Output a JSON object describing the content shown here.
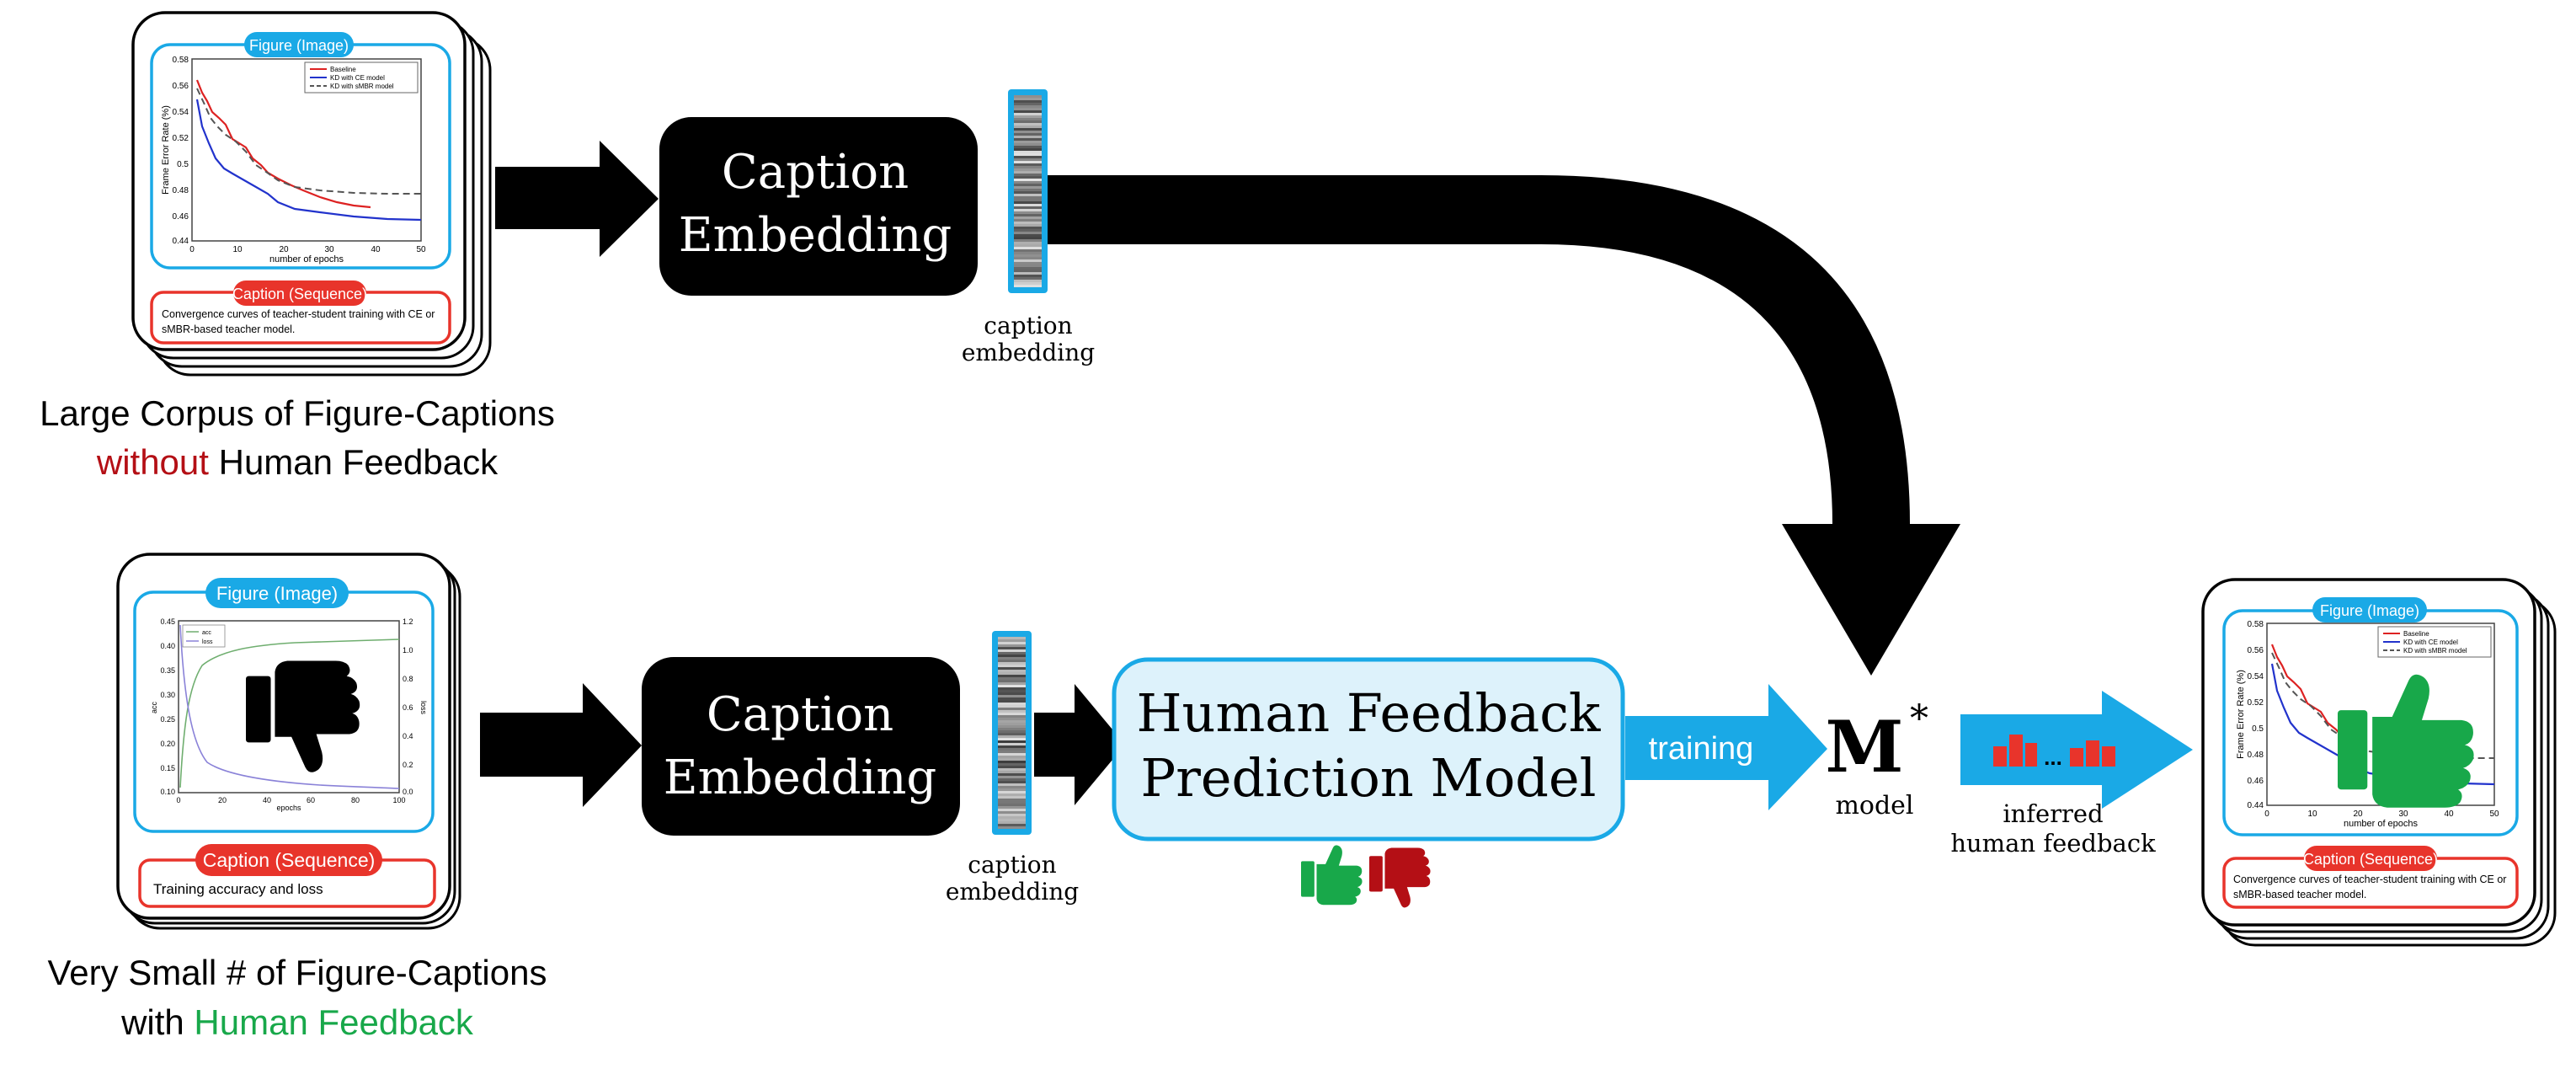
{
  "colors": {
    "black": "#000000",
    "blue": "#1aa9e6",
    "light_blue_fill": "#ddf2fb",
    "red": "#e8342b",
    "green": "#18a84a",
    "dark_red": "#b40f15",
    "gray_dash": "#555555",
    "line_blue": "#2233cc",
    "line_red": "#dd2222"
  },
  "icons": [
    "thumbs-down-icon",
    "thumbs-up-icon",
    "bar-chart-icon",
    "arrow-icon"
  ],
  "corpus_large": {
    "card": {
      "figure_tag": "Figure (Image)",
      "caption_tag": "Caption (Sequence)",
      "caption_text_line1": "Convergence curves of teacher-student training with CE or",
      "caption_text_line2": "sMBR-based teacher model.",
      "plot": {
        "ylabel": "Frame Error Rate (%)",
        "xlabel": "number of epochs",
        "yticks": [
          "0.58",
          "0.56",
          "0.54",
          "0.52",
          "0.5",
          "0.48",
          "0.46",
          "0.44"
        ],
        "xticks": [
          "0",
          "10",
          "20",
          "30",
          "40",
          "50"
        ],
        "legend": [
          "Baseline",
          "KD with CE model",
          "KD with sMBR model"
        ]
      }
    },
    "label_line1": "Large Corpus of Figure-Captions",
    "label_emph": "without",
    "label_rest": " Human Feedback"
  },
  "corpus_small": {
    "card": {
      "figure_tag": "Figure (Image)",
      "caption_tag": "Caption (Sequence)",
      "caption_text": "Training accuracy and loss",
      "plot": {
        "ylabel": "acc",
        "y2label": "loss",
        "xlabel": "epochs",
        "yticks": [
          "0.45",
          "0.40",
          "0.35",
          "0.30",
          "0.25",
          "0.20",
          "0.15",
          "0.10"
        ],
        "y2ticks": [
          "1.2",
          "1.0",
          "0.8",
          "0.6",
          "0.4",
          "0.2",
          "0.0"
        ],
        "xticks": [
          "0",
          "20",
          "40",
          "60",
          "80",
          "100"
        ],
        "legend": [
          "acc",
          "loss"
        ]
      }
    },
    "label_line1": "Very Small # of Figure-Captions",
    "label_prefix": "with ",
    "label_emph": "Human Feedback"
  },
  "top_embedding": {
    "box_line1": "Caption",
    "box_line2": "Embedding",
    "vector_label_line1": "caption",
    "vector_label_line2": "embedding"
  },
  "bottom_embedding": {
    "box_line1": "Caption",
    "box_line2": "Embedding",
    "vector_label_line1": "caption",
    "vector_label_line2": "embedding"
  },
  "prediction_model": {
    "line1": "Human Feedback",
    "line2": "Prediction Model"
  },
  "training_label": "training",
  "model": {
    "symbol": "M",
    "superscript": "*",
    "label": "model"
  },
  "inferred": {
    "line1": "inferred",
    "line2": "human feedback",
    "ellipsis": "..."
  },
  "output_card": {
    "figure_tag": "Figure (Image)",
    "caption_tag": "Caption (Sequence)",
    "caption_text_line1": "Convergence curves of teacher-student training with CE or",
    "caption_text_line2": "sMBR-based teacher model.",
    "plot": {
      "ylabel": "Frame Error Rate (%)",
      "xlabel": "number of epochs",
      "yticks": [
        "0.58",
        "0.56",
        "0.54",
        "0.52",
        "0.5",
        "0.48",
        "0.46",
        "0.44"
      ],
      "xticks": [
        "0",
        "10",
        "20",
        "30",
        "40",
        "50"
      ],
      "legend": [
        "Baseline",
        "KD with CE model",
        "KD with sMBR model"
      ]
    }
  }
}
